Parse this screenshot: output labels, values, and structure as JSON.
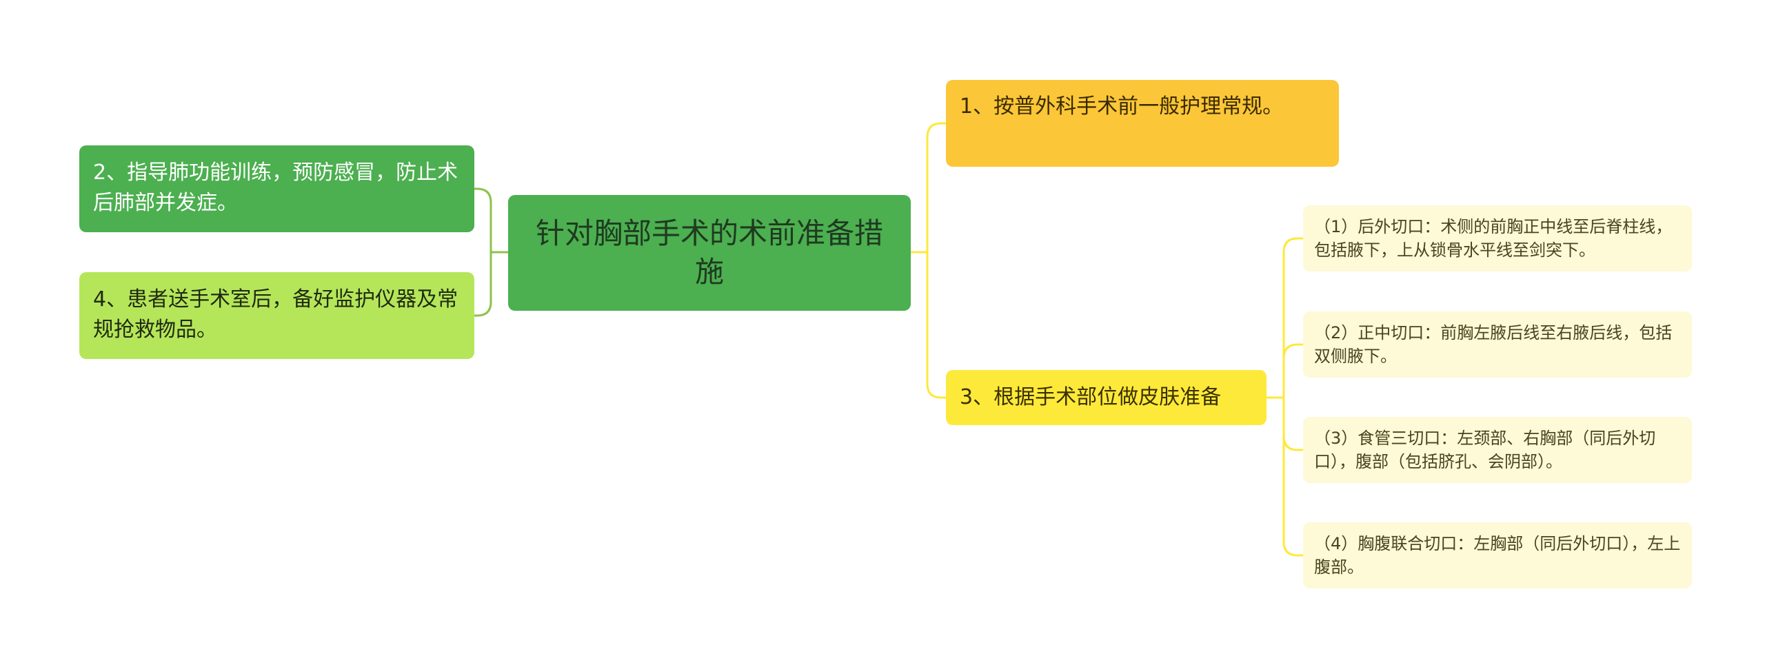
{
  "root": {
    "label": "针对胸部手术的术前准备措施"
  },
  "left_branches": [
    {
      "label": "2、指导肺功能训练，预防感冒，防止术后肺部并发症。",
      "color": "#4caf50"
    },
    {
      "label": "4、患者送手术室后，备好监护仪器及常规抢救物品。",
      "color": "#b5e65a"
    }
  ],
  "right_branches": [
    {
      "label": "1、按普外科手术前一般护理常规。",
      "color": "#fbc638"
    },
    {
      "label": "3、根据手术部位做皮肤准备",
      "color": "#fde93a",
      "children": [
        {
          "label": "（1）后外切口：术侧的前胸正中线至后脊柱线，包括腋下，上从锁骨水平线至剑突下。"
        },
        {
          "label": "（2）正中切口：前胸左腋后线至右腋后线，包括双侧腋下。"
        },
        {
          "label": "（3）食管三切口：左颈部、右胸部（同后外切口），腹部（包括脐孔、会阴部）。"
        },
        {
          "label": "（4）胸腹联合切口：左胸部（同后外切口），左上腹部。"
        }
      ]
    }
  ],
  "connector_colors": {
    "left": "#8bc34a",
    "right": "#fde93a"
  }
}
